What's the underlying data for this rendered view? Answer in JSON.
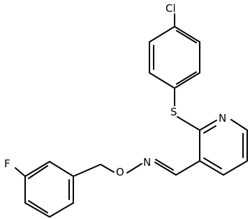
{
  "molecule": {
    "atoms": [
      {
        "id": "cl",
        "label": "Cl"
      },
      {
        "id": "s",
        "label": "S"
      },
      {
        "id": "n_py",
        "label": "N"
      },
      {
        "id": "n_ox",
        "label": "N"
      },
      {
        "id": "o",
        "label": "O"
      },
      {
        "id": "f",
        "label": "F"
      }
    ]
  }
}
